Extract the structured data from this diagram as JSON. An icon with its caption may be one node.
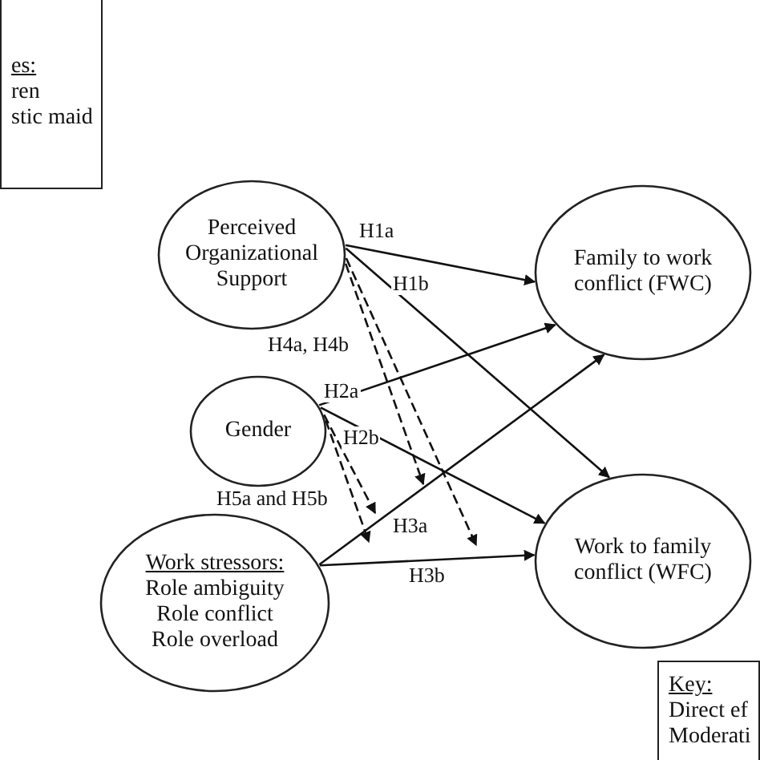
{
  "diagram": {
    "nodes": [
      {
        "text": [
          "es:",
          "ren",
          "stic maid"
        ]
      },
      {
        "text": [
          "Perceived Organizational Support"
        ]
      },
      {
        "text": [
          "Gender"
        ]
      },
      {
        "text": [
          "Work stressors:",
          "Role ambiguity Role conflict Role overload"
        ]
      },
      {
        "text": [
          "Family to work conflict (FWC)"
        ]
      },
      {
        "text": [
          "Work to family conflict (WFC)"
        ]
      },
      {
        "text": [
          "Key:",
          "Direct ef",
          "Moderati"
        ]
      }
    ],
    "edges": [
      {
        "from": 1,
        "to": 4,
        "arrow": "to",
        "label": "H1a"
      },
      {
        "from": 1,
        "to": 5,
        "arrow": "to",
        "label": "H1b"
      },
      {
        "from": 2,
        "to": 4,
        "arrow": "to",
        "label": "H2a"
      },
      {
        "from": 2,
        "to": 5,
        "arrow": "to",
        "label": "H2b"
      },
      {
        "from": 3,
        "to": 4,
        "arrow": "to",
        "label": "H3a"
      },
      {
        "from": 3,
        "to": 5,
        "arrow": "to",
        "label": "H3b"
      },
      {
        "from": 1,
        "to": null,
        "arrow": "to",
        "style": "dashed"
      },
      {
        "from": 1,
        "to": null,
        "arrow": "to",
        "style": "dashed",
        "label": "H4a, H4b"
      },
      {
        "from": 2,
        "to": null,
        "arrow": "to",
        "style": "dashed"
      },
      {
        "from": 2,
        "to": null,
        "arrow": "to",
        "style": "dashed",
        "label": "H5a and H5b"
      }
    ]
  }
}
